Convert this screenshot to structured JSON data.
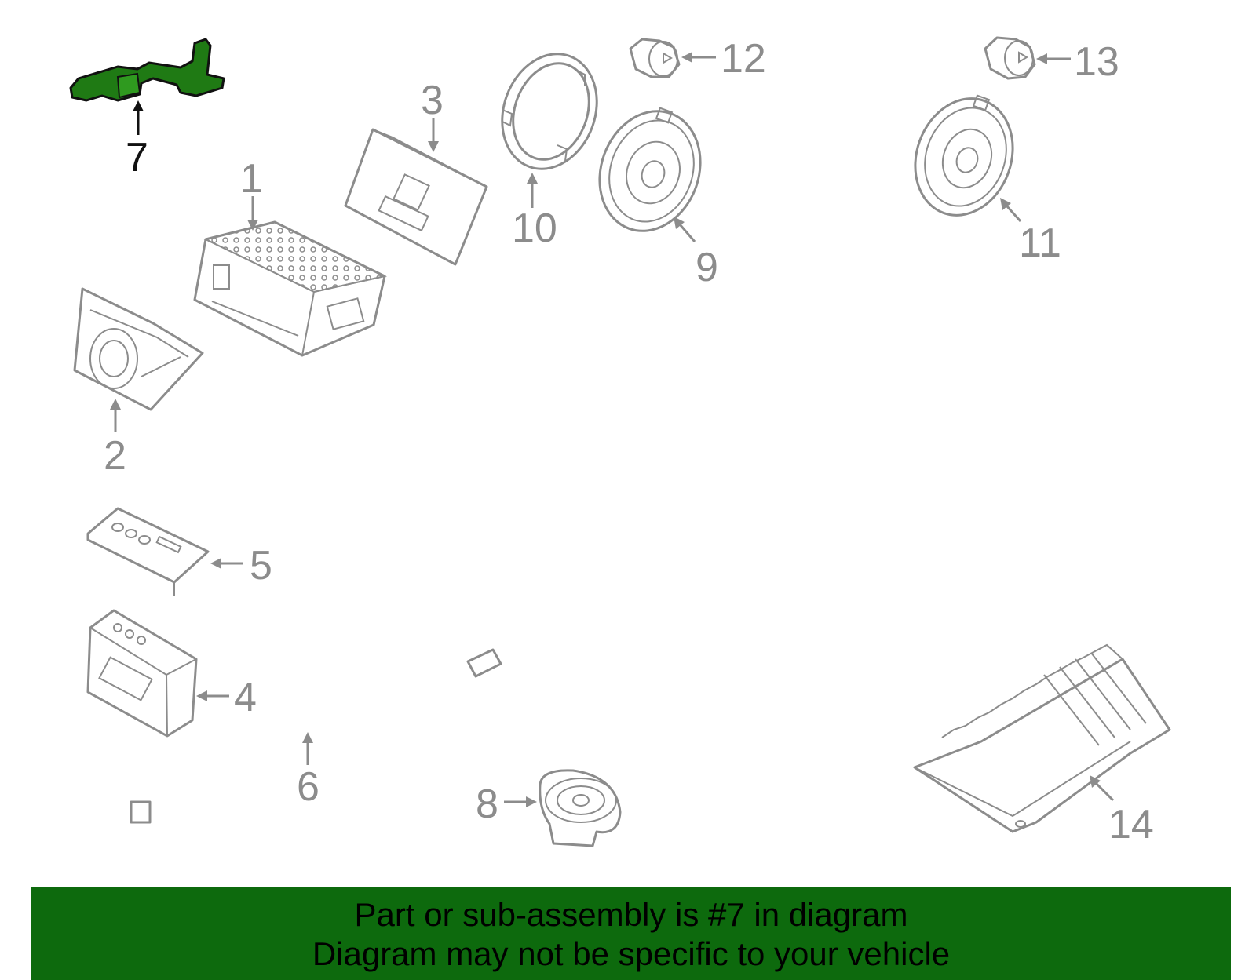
{
  "callouts": {
    "c1": "1",
    "c2": "2",
    "c3": "3",
    "c4": "4",
    "c5": "5",
    "c6": "6",
    "c7": "7",
    "c8": "8",
    "c9": "9",
    "c10": "10",
    "c11": "11",
    "c12": "12",
    "c13": "13",
    "c14": "14"
  },
  "highlight_color": "#1f7a14",
  "banner": {
    "line1": "Part or sub-assembly is #7 in diagram",
    "line2": "Diagram may not be specific to your vehicle",
    "color": "#0d6a0d"
  }
}
